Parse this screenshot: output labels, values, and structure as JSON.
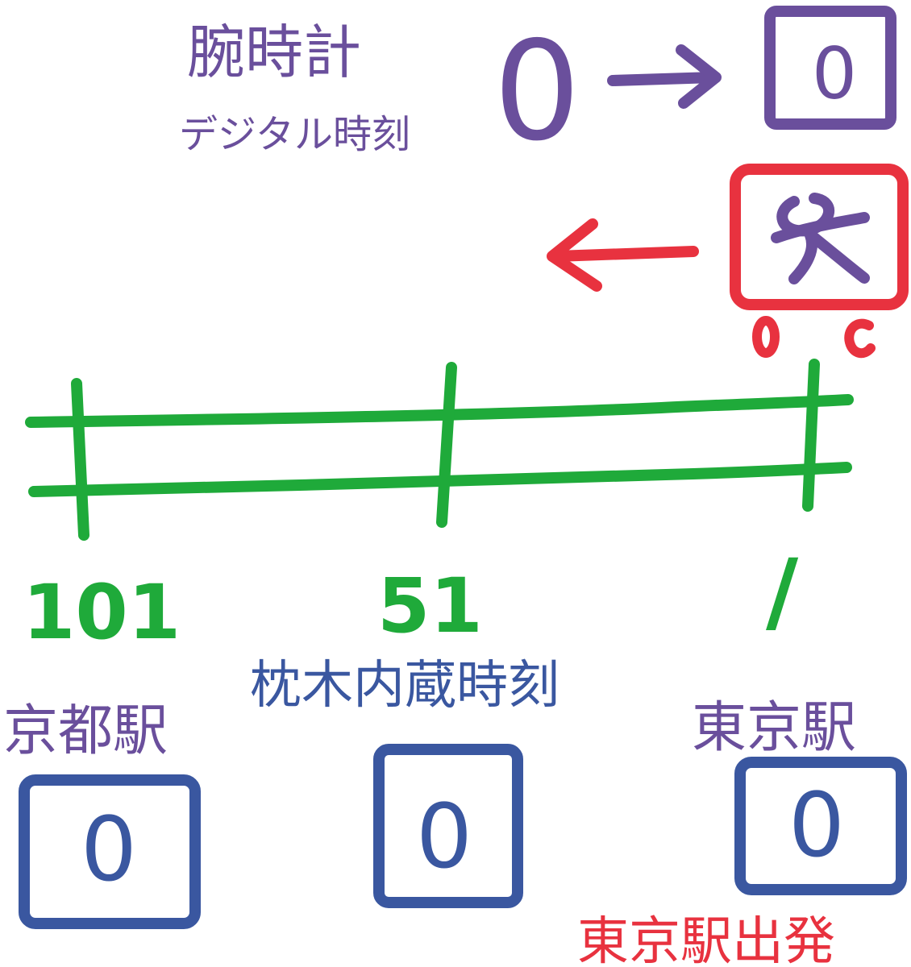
{
  "labels": {
    "watch": "腕時計",
    "digital_time": "デジタル時刻",
    "sleeper_time": "枕木内蔵時刻",
    "kyoto_station": "京都駅",
    "tokyo_station": "東京駅",
    "tokyo_departure": "東京駅出発"
  },
  "track_marks": {
    "left": "101",
    "middle": "51",
    "right": "/"
  },
  "digit_glyphs": {
    "watch_counter": "0",
    "watch_display": "0",
    "sleeper_kyoto": "0",
    "sleeper_middle": "0",
    "sleeper_tokyo": "0"
  },
  "colors": {
    "purple": "#6a4f9c",
    "red": "#e8323f",
    "green": "#1faa3a",
    "blue": "#3a57a0"
  }
}
